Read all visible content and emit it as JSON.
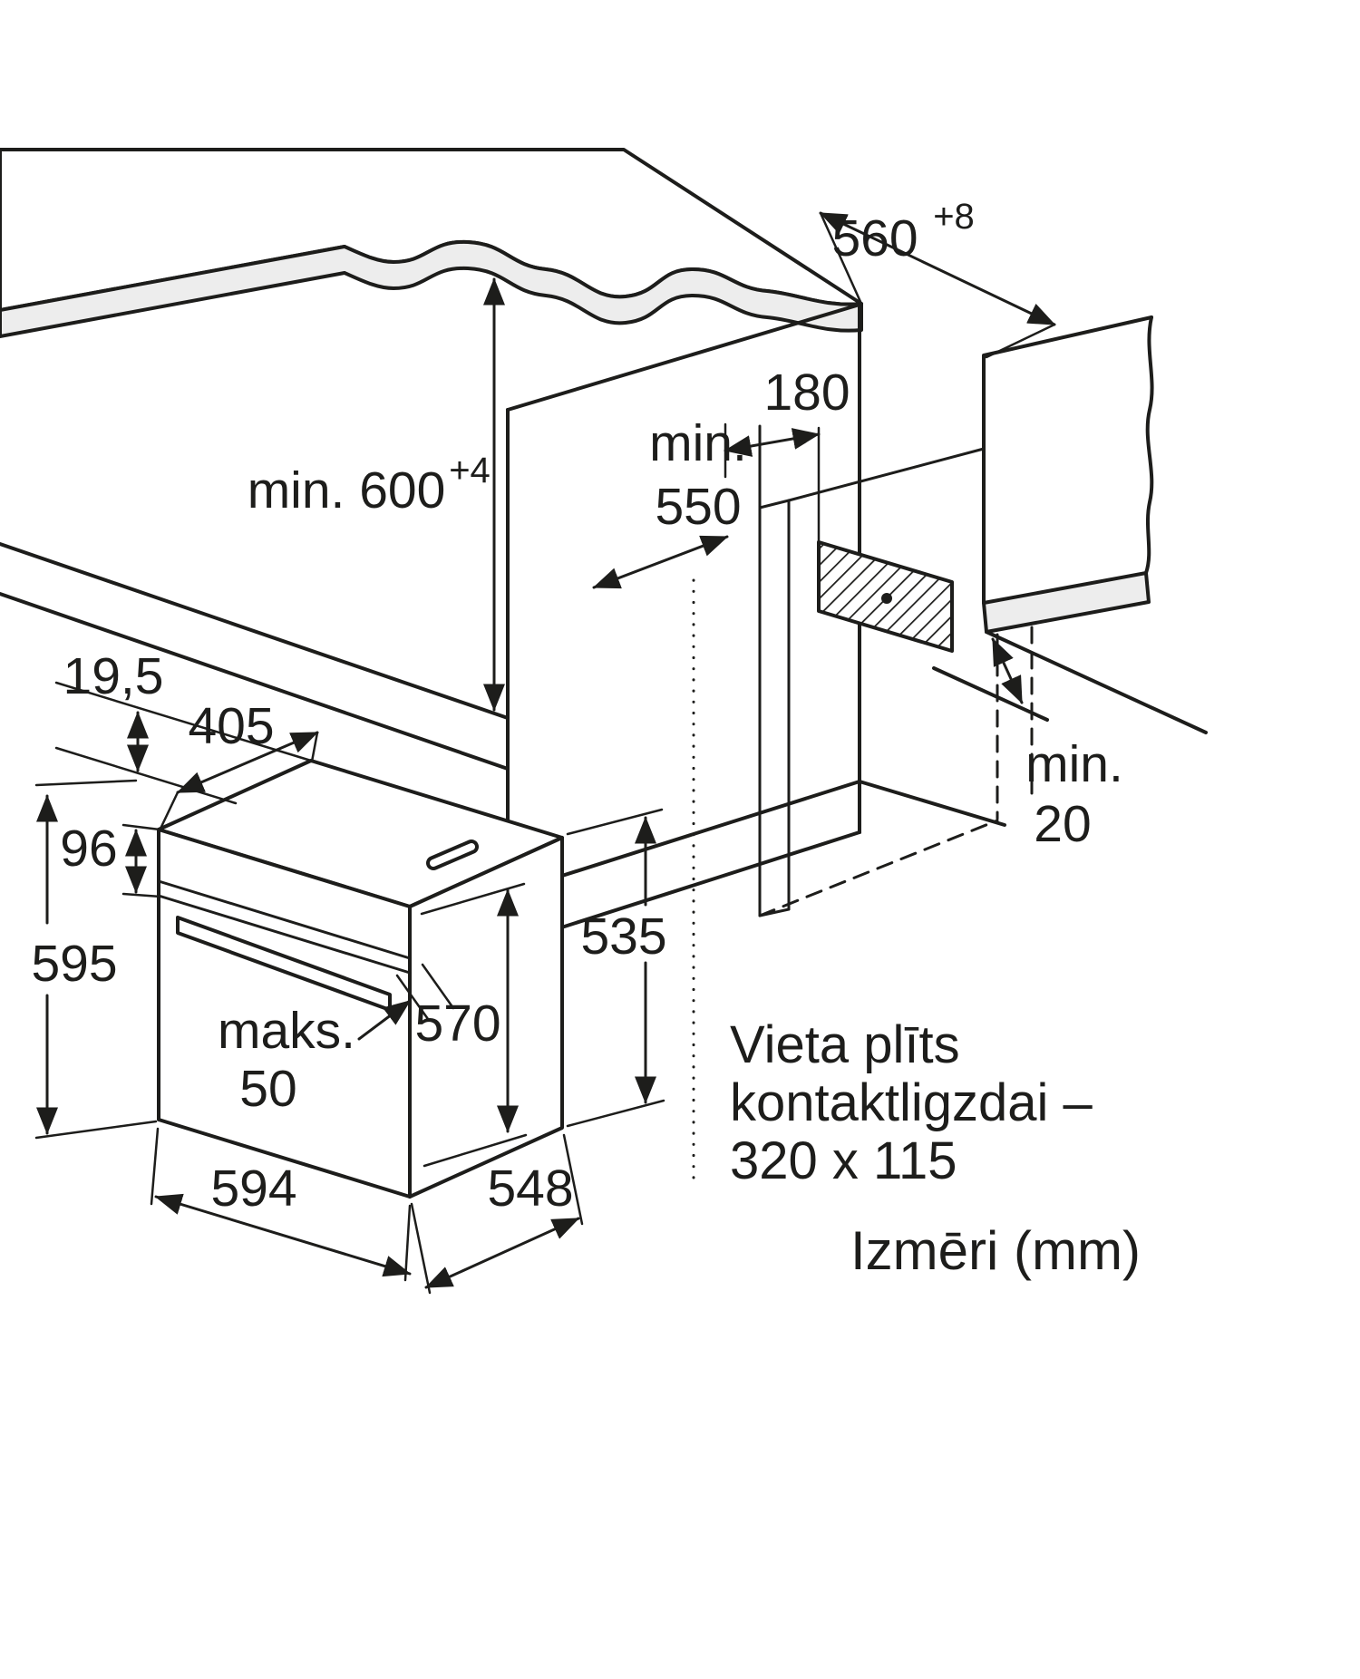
{
  "diagram": {
    "caption": "Izmēri (mm)",
    "socket_note": {
      "line1": "Vieta plīts",
      "line2": "kontaktligzdai –",
      "line3": "320 x 115"
    },
    "dims": {
      "niche_height": "min. 600",
      "niche_height_tol": "+4",
      "niche_depth_1": "min.",
      "niche_depth_2": "550",
      "niche_width": "560",
      "niche_width_tol": "+8",
      "socket_offset": "180",
      "rear_gap_1": "min.",
      "rear_gap_2": "20",
      "door_gap": "19,5",
      "top_inset": "405",
      "panel_height": "96",
      "front_height": "595",
      "handle_max_1": "maks.",
      "handle_max_2": "50",
      "door_height": "570",
      "body_height": "535",
      "front_width": "594",
      "body_depth": "548"
    },
    "colors": {
      "line": "#1d1d1b",
      "surface": "#ededed",
      "background": "#ffffff"
    }
  }
}
